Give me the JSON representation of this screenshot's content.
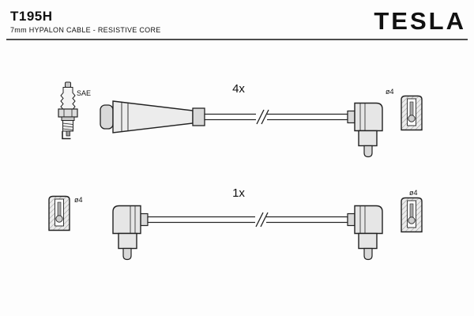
{
  "header": {
    "part_number": "T195H",
    "subtitle": "7mm HYPALON CABLE - RESISTIVE CORE",
    "brand": "TESLA"
  },
  "kit": {
    "row1": {
      "quantity": "4x",
      "plug_standard": "SAE",
      "terminal_right_label": "ø4"
    },
    "row2": {
      "quantity": "1x",
      "terminal_left_label": "ø4",
      "terminal_right_label": "ø4"
    }
  },
  "colors": {
    "ink": "#111111",
    "boot_fill": "#e6e6e6",
    "collar_fill": "#d9d9d9",
    "background": "#fdfdfd"
  }
}
